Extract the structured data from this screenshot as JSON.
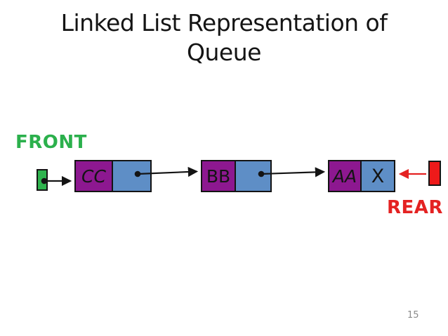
{
  "title": {
    "line1": "Linked List Representation of",
    "line2": "Queue"
  },
  "labels": {
    "front": "FRONT",
    "rear": "REAR"
  },
  "diagram": {
    "type": "singly-linked-list-queue",
    "nodes": [
      {
        "data": "CC",
        "next": ""
      },
      {
        "data": "BB",
        "next": ""
      },
      {
        "data": "AA",
        "next": "X"
      }
    ],
    "null_marker": "X",
    "front_points_to": "CC",
    "rear_points_to": "AA"
  },
  "page_number": "15",
  "colors": {
    "ink": "#141414",
    "cell_data": "#8D1890",
    "cell_next": "#5E8EC6",
    "front_accent": "#2BB04C",
    "front_fill": "#2FB44E",
    "rear_accent": "#E42222",
    "rear_fill": "#EE1A1A",
    "page_gray": "#8A8A8A"
  }
}
